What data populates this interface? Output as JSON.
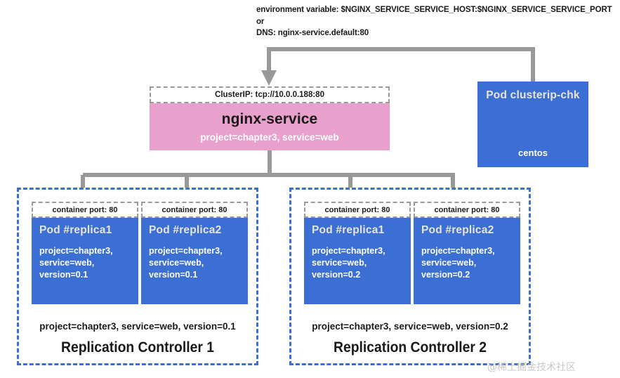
{
  "annotation": {
    "line1": "environment variable: $NGINX_SERVICE_SERVICE_HOST:$NGINX_SERVICE_SERVICE_PORT",
    "line2": "or",
    "line3": "DNS: nginx-service.default:80"
  },
  "service": {
    "clusterip": "ClusterIP: tcp://10.0.0.188:80",
    "name": "nginx-service",
    "selector": "project=chapter3, service=web"
  },
  "chk_pod": {
    "title": "Pod  clusterip-chk",
    "image": "centos"
  },
  "controllers": [
    {
      "title": "Replication Controller 1",
      "selector": "project=chapter3, service=web, version=0.1",
      "pods": [
        {
          "port": "container port: 80",
          "title": "Pod  #replica1",
          "labels": [
            "project=chapter3,",
            "service=web,",
            "version=0.1"
          ]
        },
        {
          "port": "container port: 80",
          "title": "Pod  #replica2",
          "labels": [
            "project=chapter3,",
            "service=web,",
            "version=0.1"
          ]
        }
      ]
    },
    {
      "title": "Replication Controller 2",
      "selector": "project=chapter3, service=web, version=0.2",
      "pods": [
        {
          "port": "container port: 80",
          "title": "Pod  #replica1",
          "labels": [
            "project=chapter3,",
            "service=web,",
            "version=0.2"
          ]
        },
        {
          "port": "container port: 80",
          "title": "Pod  #replica2",
          "labels": [
            "project=chapter3,",
            "service=web,",
            "version=0.2"
          ]
        }
      ]
    }
  ],
  "watermark": "@稀土掘金技术社区",
  "colors": {
    "pod_blue": "#3b6fd4",
    "service_pink": "#e8a0cd",
    "connector_gray": "#999999",
    "dashed_gray": "#9a9a9a",
    "pod_title_cream": "#e9e4cf"
  }
}
